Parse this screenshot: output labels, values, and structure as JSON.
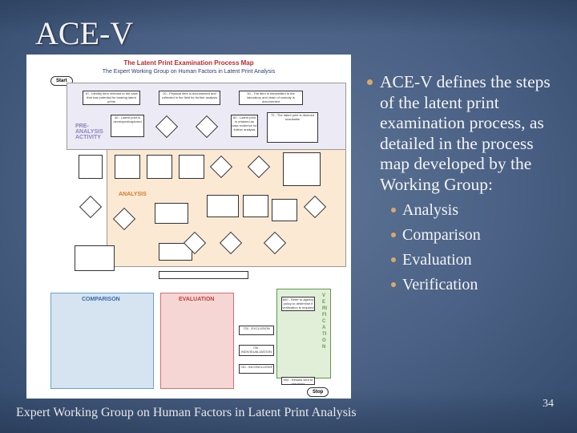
{
  "slide": {
    "title": "ACE-V",
    "page_number": "34",
    "footer": "Expert Working Group on Human Factors in Latent Print Analysis"
  },
  "figure": {
    "title": "The Latent Print Examination Process Map",
    "subtitle": "The Expert Working Group on Human Factors in Latent Print Analysis",
    "start": "Start",
    "stop": "Stop",
    "sections": {
      "pre_analysis": "PRE-ANALYSIS ACTIVITY",
      "analysis": "ANALYSIS",
      "comparison": "COMPARISON",
      "evaluation": "EVALUATION",
      "verification": "VERIFICATION"
    },
    "boxes": [
      "10 - Identify item relevant to the case that has potential for bearing latent prints",
      "20 - Physical item is documented and collected in the field for further analysis",
      "30 - The item is transmitted to the laboratory and chain of custody is documented",
      "40 - Latent print is developed/captured",
      "80 - Latent print is retained as case evidence for further analysis",
      "70 - The latent print is deemed unsuitable",
      "720 - EXCLUSION",
      "730 - INDIVIDUALIZATION",
      "740 - INCONCLUSIVE",
      "800 - Refer to agency policy to determine if verification is required",
      "900 - Results sent to requestor"
    ]
  },
  "content": {
    "main_bullet": "ACE-V defines the steps of the latent print examination process, as detailed in the process map developed by the Working Group:",
    "sub_bullets": [
      "Analysis",
      "Comparison",
      "Evaluation",
      "Verification"
    ]
  },
  "colors": {
    "accent_bullet": "#d9a96a",
    "figure_title": "#c0262d"
  }
}
